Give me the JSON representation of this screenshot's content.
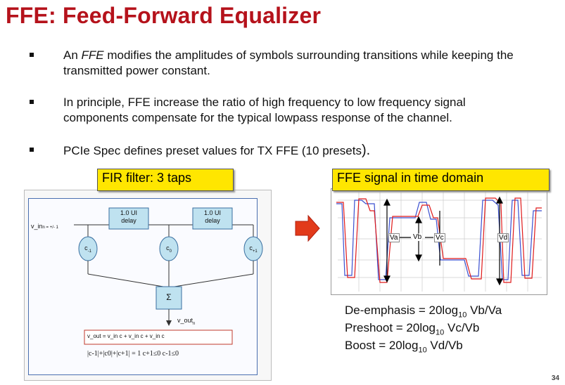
{
  "title": "FFE: Feed-Forward Equalizer",
  "bullets": [
    {
      "pre": "An ",
      "em": "FFE",
      "post": " modifies the amplitudes of symbols surrounding transitions while keeping the transmitted power constant."
    },
    {
      "text": "In principle, FFE  increase the ratio of high frequency to low frequency signal components compensate for the typical lowpass response of the channel."
    },
    {
      "text": "PCIe Spec defines preset values for TX FFE (10 presets",
      "tail": ")."
    }
  ],
  "fir": {
    "label": "FIR filter: 3 taps",
    "input": "v_in",
    "input_sub": "n = +/- 1",
    "delay1": [
      "1.0 UI",
      "delay"
    ],
    "delay2": [
      "1.0 UI",
      "delay"
    ],
    "c_minus": "c",
    "c_minus_sub": "-1",
    "c_zero": "c",
    "c_zero_sub": "0",
    "c_plus": "c",
    "c_plus_sub": "+1",
    "sum": "Σ",
    "output": "v_out",
    "output_sub": "n",
    "formula": "v_out",
    "formula_tail": "= v_in  c  + v_in c + v_in c",
    "constraint": "|c-1|+|c0|+|c+1| = 1     c+1≤0   c-1≤0"
  },
  "ffe": {
    "label": "FFE signal in time domain",
    "markers": [
      "Va",
      "Vb",
      "Vc",
      "Vd"
    ],
    "eq1": {
      "pre": "De-emphasis = 20log",
      "sub": "10",
      "post": " Vb/Va"
    },
    "eq2": {
      "pre": "Preshoot = 20log",
      "sub": "10",
      "post": " Vc/Vb"
    },
    "eq3": {
      "pre": "Boost = 20log",
      "sub": "10",
      "post": " Vd/Vb"
    },
    "colors": {
      "red": "#e01a1a",
      "blue": "#3a4fd0"
    }
  },
  "page_number": "34",
  "colors": {
    "title": "#b5121b",
    "label_bg": "#ffe600",
    "arrow": "#e23a1a"
  }
}
